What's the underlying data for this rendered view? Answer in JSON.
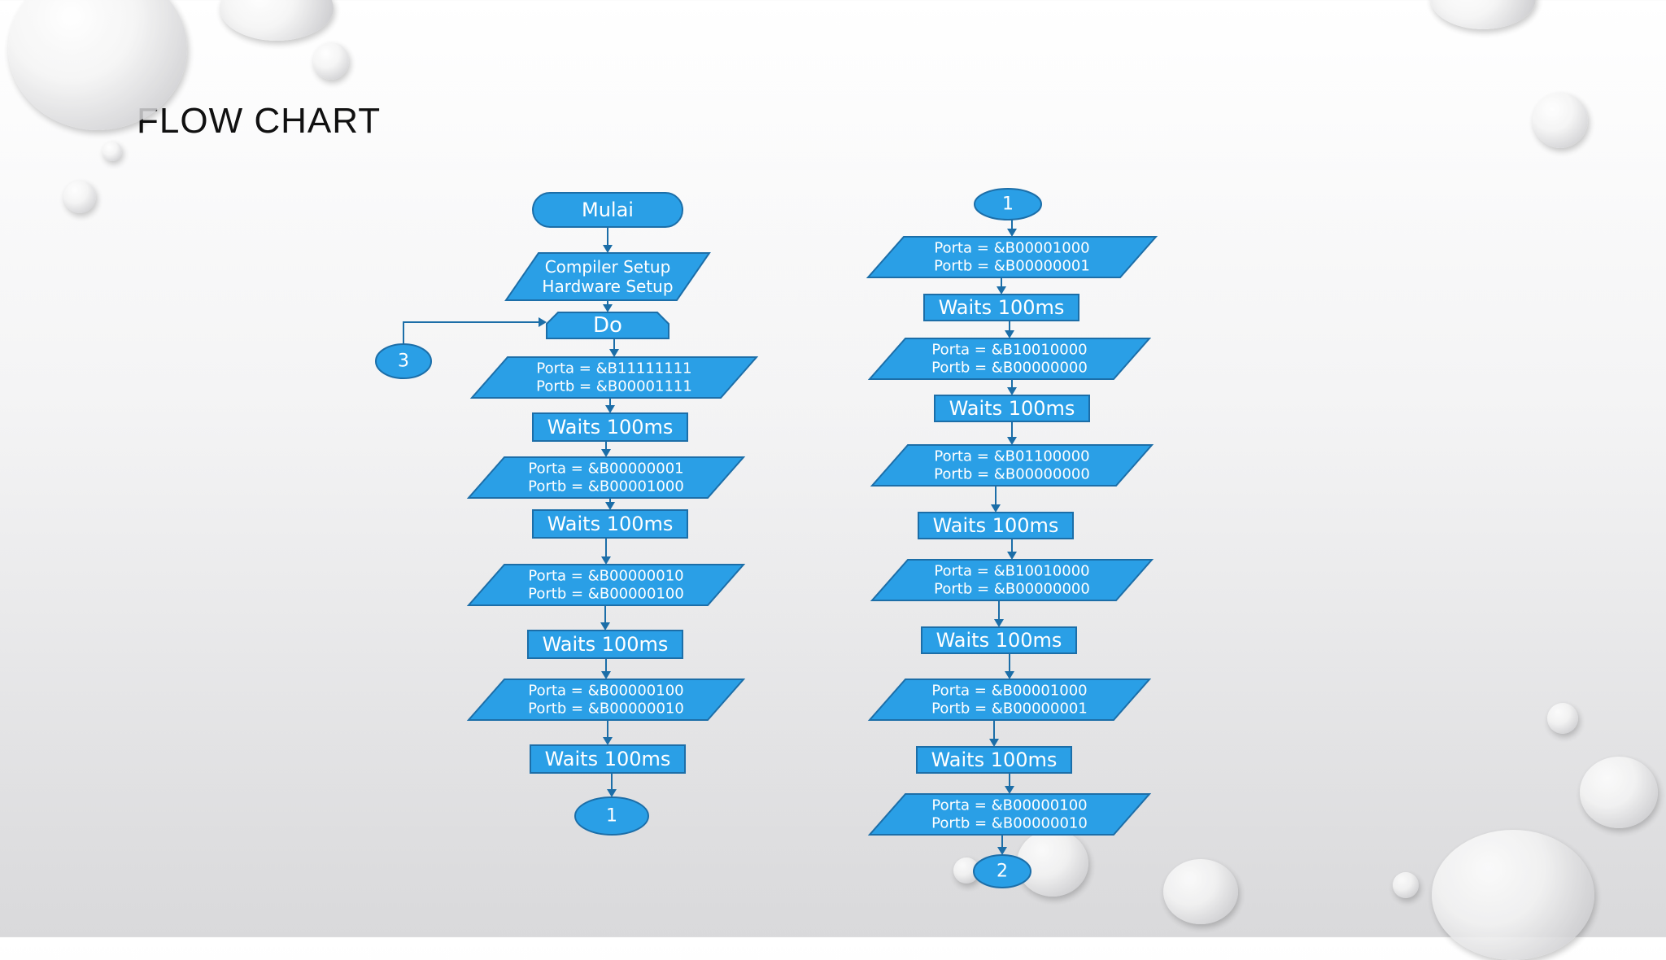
{
  "title": "FLOW CHART",
  "colors": {
    "fill": "#2a9fe6",
    "stroke": "#1c6ea8",
    "text": "#ffffff"
  },
  "nodes": [
    {
      "id": "mulai",
      "shape": "terminator",
      "lines": [
        "Mulai"
      ]
    },
    {
      "id": "setup",
      "shape": "io",
      "lines": [
        "Compiler Setup",
        "Hardware Setup"
      ]
    },
    {
      "id": "do",
      "shape": "loop",
      "lines": [
        "Do"
      ]
    },
    {
      "id": "c3",
      "shape": "connector",
      "lines": [
        "3"
      ]
    },
    {
      "id": "L1",
      "shape": "io",
      "lines": [
        "Porta = &B11111111",
        "Portb = &B00001111"
      ]
    },
    {
      "id": "LW1",
      "shape": "process",
      "lines": [
        "Waits 100ms"
      ]
    },
    {
      "id": "L2",
      "shape": "io",
      "lines": [
        "Porta = &B00000001",
        "Portb = &B00001000"
      ]
    },
    {
      "id": "LW2",
      "shape": "process",
      "lines": [
        "Waits 100ms"
      ]
    },
    {
      "id": "L3",
      "shape": "io",
      "lines": [
        "Porta = &B00000010",
        "Portb = &B00000100"
      ]
    },
    {
      "id": "LW3",
      "shape": "process",
      "lines": [
        "Waits 100ms"
      ]
    },
    {
      "id": "L4",
      "shape": "io",
      "lines": [
        "Porta = &B00000100",
        "Portb = &B00000010"
      ]
    },
    {
      "id": "LW4",
      "shape": "process",
      "lines": [
        "Waits 100ms"
      ]
    },
    {
      "id": "c1a",
      "shape": "connector",
      "lines": [
        "1"
      ]
    },
    {
      "id": "c1b",
      "shape": "connector",
      "lines": [
        "1"
      ]
    },
    {
      "id": "R1",
      "shape": "io",
      "lines": [
        "Porta = &B00001000",
        "Portb = &B00000001"
      ]
    },
    {
      "id": "RW1",
      "shape": "process",
      "lines": [
        "Waits 100ms"
      ]
    },
    {
      "id": "R2",
      "shape": "io",
      "lines": [
        "Porta = &B10010000",
        "Portb = &B00000000"
      ]
    },
    {
      "id": "RW2",
      "shape": "process",
      "lines": [
        "Waits 100ms"
      ]
    },
    {
      "id": "R3",
      "shape": "io",
      "lines": [
        "Porta = &B01100000",
        "Portb = &B00000000"
      ]
    },
    {
      "id": "RW3",
      "shape": "process",
      "lines": [
        "Waits 100ms"
      ]
    },
    {
      "id": "R4",
      "shape": "io",
      "lines": [
        "Porta = &B10010000",
        "Portb = &B00000000"
      ]
    },
    {
      "id": "RW4",
      "shape": "process",
      "lines": [
        "Waits 100ms"
      ]
    },
    {
      "id": "R5",
      "shape": "io",
      "lines": [
        "Porta = &B00001000",
        "Portb = &B00000001"
      ]
    },
    {
      "id": "RW5",
      "shape": "process",
      "lines": [
        "Waits 100ms"
      ]
    },
    {
      "id": "R6",
      "shape": "io",
      "lines": [
        "Porta = &B00000100",
        "Portb = &B00000010"
      ]
    },
    {
      "id": "c2",
      "shape": "connector",
      "lines": [
        "2"
      ]
    }
  ],
  "edges": [
    [
      "mulai",
      "setup"
    ],
    [
      "setup",
      "do"
    ],
    [
      "do",
      "L1"
    ],
    [
      "L1",
      "LW1"
    ],
    [
      "LW1",
      "L2"
    ],
    [
      "L2",
      "LW2"
    ],
    [
      "LW2",
      "L3"
    ],
    [
      "L3",
      "LW3"
    ],
    [
      "LW3",
      "L4"
    ],
    [
      "L4",
      "LW4"
    ],
    [
      "LW4",
      "c1a"
    ],
    [
      "c3",
      "do"
    ],
    [
      "c1b",
      "R1"
    ],
    [
      "R1",
      "RW1"
    ],
    [
      "RW1",
      "R2"
    ],
    [
      "R2",
      "RW2"
    ],
    [
      "RW2",
      "R3"
    ],
    [
      "R3",
      "RW3"
    ],
    [
      "RW3",
      "R4"
    ],
    [
      "R4",
      "RW4"
    ],
    [
      "RW4",
      "R5"
    ],
    [
      "R5",
      "RW5"
    ],
    [
      "RW5",
      "R6"
    ],
    [
      "R6",
      "c2"
    ]
  ]
}
